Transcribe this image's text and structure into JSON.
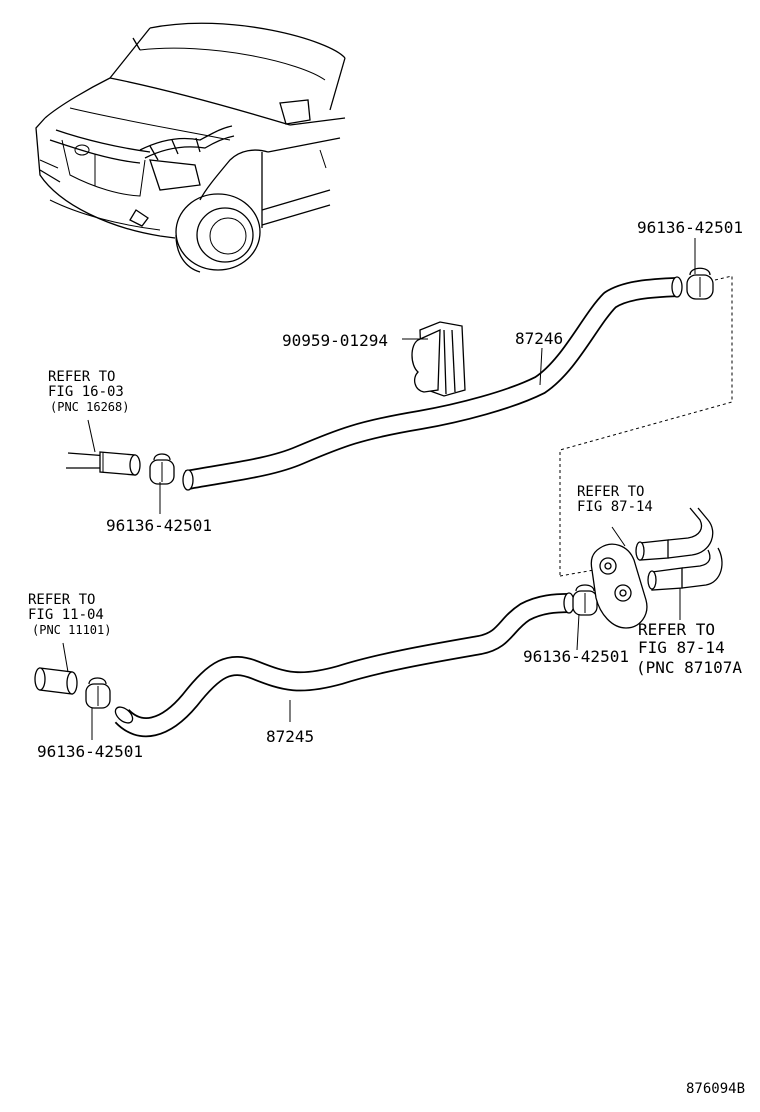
{
  "labels": {
    "clip_top_right": "96136-42501",
    "grommet": "90959-01294",
    "hose_upper": "87246",
    "refer_upper_l1": "REFER TO",
    "refer_upper_l2": "FIG 16-03",
    "refer_upper_l3": "(PNC 16268)",
    "clip_upper_left": "96136-42501",
    "refer_valve_l1": "REFER TO",
    "refer_valve_l2": "FIG 87-14",
    "refer_lower_l1": "REFER TO",
    "refer_lower_l2": "FIG 11-04",
    "refer_lower_l3": "(PNC 11101)",
    "clip_lower_right": "96136-42501",
    "refer_right_l1": "REFER TO",
    "refer_right_l2": "FIG 87-14",
    "refer_right_l3": "(PNC 87107A",
    "clip_lower_left": "96136-42501",
    "hose_lower": "87245",
    "drawing_code": "876094B"
  }
}
